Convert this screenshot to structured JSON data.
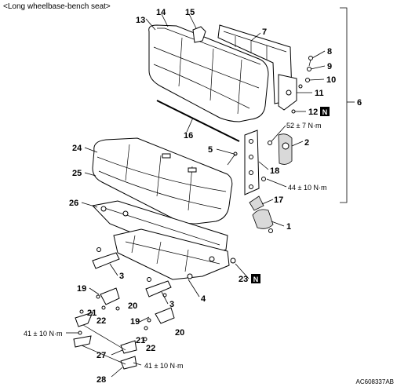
{
  "header": {
    "title": "<Long wheelbase-bench seat>"
  },
  "callouts": {
    "c1": "1",
    "c2": "2",
    "c3a": "3",
    "c3b": "3",
    "c4": "4",
    "c5": "5",
    "c6": "6",
    "c7": "7",
    "c8": "8",
    "c9": "9",
    "c10": "10",
    "c11": "11",
    "c12": "12",
    "c13": "13",
    "c14": "14",
    "c15": "15",
    "c16": "16",
    "c17": "17",
    "c18": "18",
    "c19a": "19",
    "c19b": "19",
    "c20a": "20",
    "c20b": "20",
    "c21a": "21",
    "c21b": "21",
    "c22a": "22",
    "c22b": "22",
    "c23": "23",
    "c24": "24",
    "c25": "25",
    "c26": "26",
    "c27": "27",
    "c28": "28"
  },
  "badges": {
    "b12": "N",
    "b23": "N"
  },
  "torque_specs": {
    "t52": "52 ± 7 N·m",
    "t44": "44 ± 10 N·m",
    "t41a": "41 ± 10 N·m",
    "t41b": "41 ± 10 N·m"
  },
  "reference_code": "AC608337AB"
}
